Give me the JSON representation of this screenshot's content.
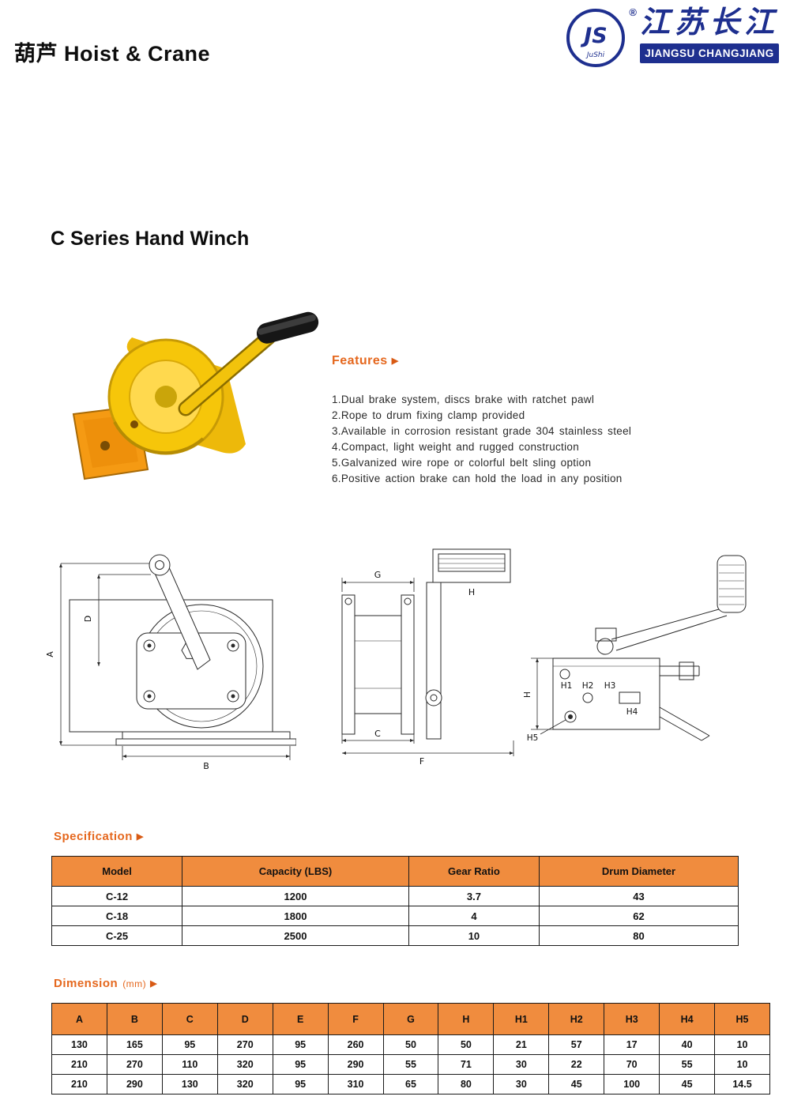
{
  "colors": {
    "accent_orange": "#e5671d",
    "table_header_orange": "#f08c3e",
    "brand_blue": "#1e2f8f",
    "winch_yellow": "#f6c60a",
    "winch_orange": "#f59a13"
  },
  "header": {
    "title_cn": "葫芦",
    "title_en": "Hoist & Crane",
    "logo": {
      "monogram": "JS",
      "monogram_sub": "JuShi",
      "registered_mark": "®",
      "brand_cn": "江苏长江",
      "brand_en": "JIANGSU CHANGJIANG"
    }
  },
  "page_title": "C Series Hand Winch",
  "icons": {
    "arrow_right": "▶"
  },
  "features": {
    "heading": "Features",
    "items": [
      "1.Dual brake system, discs brake with ratchet pawl",
      "2.Rope to drum fixing clamp provided",
      "3.Available in corrosion resistant grade 304 stainless steel",
      "4.Compact, light weight and rugged construction",
      "5.Galvanized wire rope or colorful belt sling option",
      "6.Positive action brake can hold the load in any position"
    ]
  },
  "drawings": {
    "front_labels": {
      "A": "A",
      "B": "B",
      "D": "D"
    },
    "side_labels": {
      "G": "G",
      "H": "H",
      "C": "C",
      "F": "F"
    },
    "top_labels": {
      "H": "H",
      "H1": "H1",
      "H2": "H2",
      "H3": "H3",
      "H4": "H4",
      "H5": "H5"
    }
  },
  "specification": {
    "heading": "Specification",
    "table": {
      "headers": [
        "Model",
        "Capacity (LBS)",
        "Gear Ratio",
        "Drum Diameter"
      ],
      "rows": [
        [
          "C-12",
          "1200",
          "3.7",
          "43"
        ],
        [
          "C-18",
          "1800",
          "4",
          "62"
        ],
        [
          "C-25",
          "2500",
          "10",
          "80"
        ]
      ]
    }
  },
  "dimension": {
    "heading": "Dimension",
    "unit": "(mm)",
    "table": {
      "headers": [
        "A",
        "B",
        "C",
        "D",
        "E",
        "F",
        "G",
        "H",
        "H1",
        "H2",
        "H3",
        "H4",
        "H5"
      ],
      "rows": [
        [
          "130",
          "165",
          "95",
          "270",
          "95",
          "260",
          "50",
          "50",
          "21",
          "57",
          "17",
          "40",
          "10"
        ],
        [
          "210",
          "270",
          "110",
          "320",
          "95",
          "290",
          "55",
          "71",
          "30",
          "22",
          "70",
          "55",
          "10"
        ],
        [
          "210",
          "290",
          "130",
          "320",
          "95",
          "310",
          "65",
          "80",
          "30",
          "45",
          "100",
          "45",
          "14.5"
        ]
      ]
    }
  }
}
